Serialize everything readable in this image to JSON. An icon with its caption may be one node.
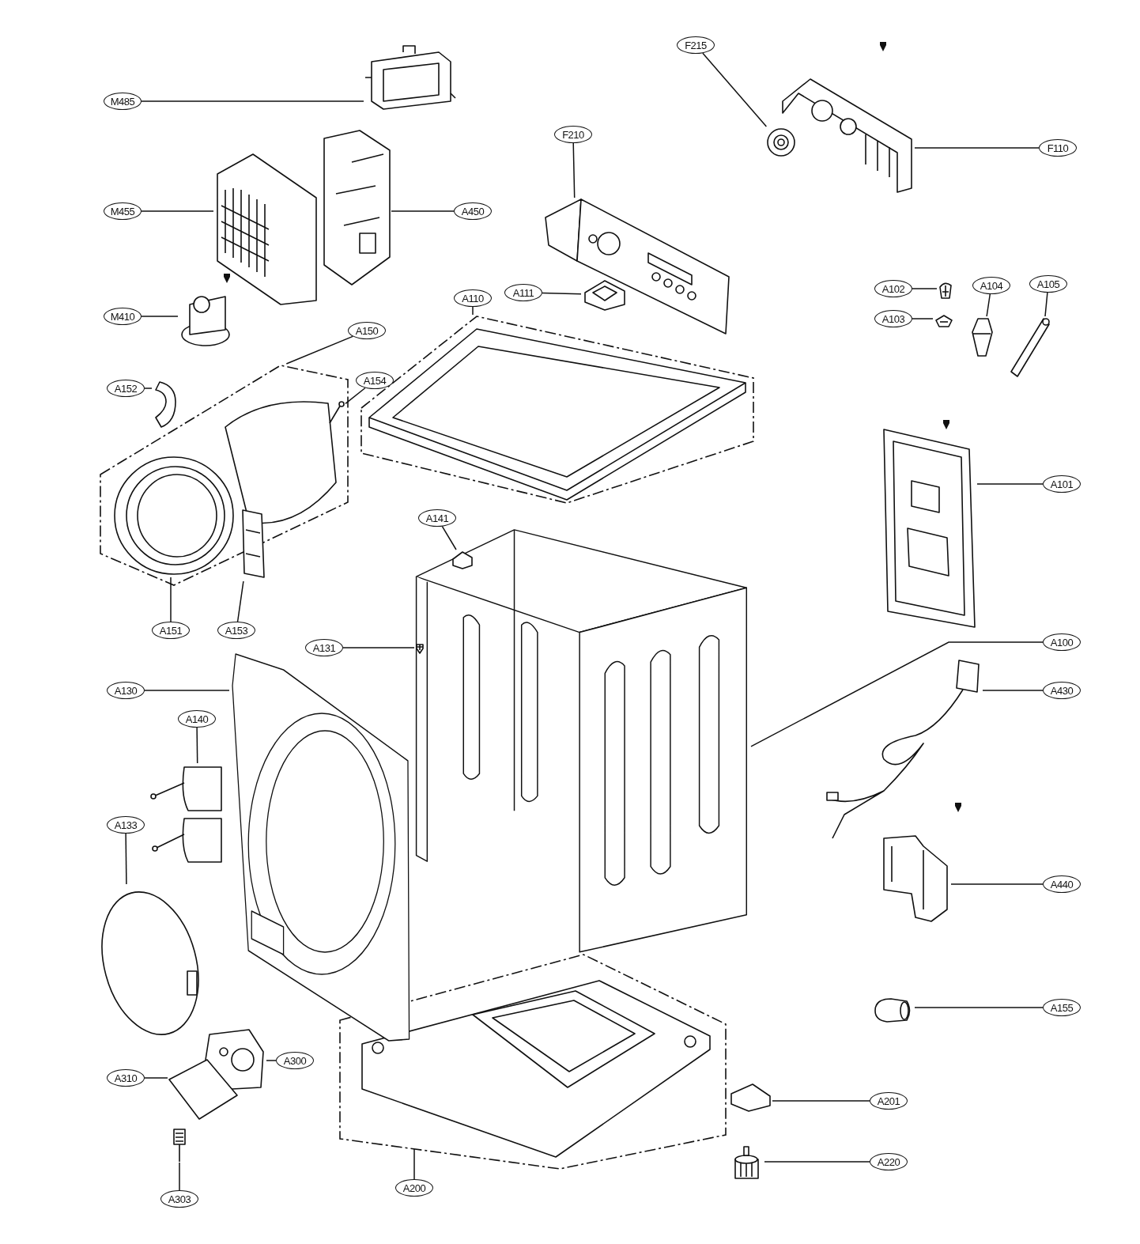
{
  "diagram": {
    "nodes": [
      {
        "text": [
          "F215"
        ]
      },
      {
        "text": [
          "M485"
        ]
      },
      {
        "text": [
          "F210"
        ]
      },
      {
        "text": [
          "F110"
        ]
      },
      {
        "text": [
          "M455"
        ]
      },
      {
        "text": [
          "A450"
        ]
      },
      {
        "text": [
          "A102"
        ]
      },
      {
        "text": [
          "A104"
        ]
      },
      {
        "text": [
          "A105"
        ]
      },
      {
        "text": [
          "A111"
        ]
      },
      {
        "text": [
          "A110"
        ]
      },
      {
        "text": [
          "M410"
        ]
      },
      {
        "text": [
          "A103"
        ]
      },
      {
        "text": [
          "A150"
        ]
      },
      {
        "text": [
          "A154"
        ]
      },
      {
        "text": [
          "A152"
        ]
      },
      {
        "text": [
          "A101"
        ]
      },
      {
        "text": [
          "A141"
        ]
      },
      {
        "text": [
          "A100"
        ]
      },
      {
        "text": [
          "A131"
        ]
      },
      {
        "text": [
          "A151"
        ]
      },
      {
        "text": [
          "A153"
        ]
      },
      {
        "text": [
          "A430"
        ]
      },
      {
        "text": [
          "A130"
        ]
      },
      {
        "text": [
          "A140"
        ]
      },
      {
        "text": [
          "A133"
        ]
      },
      {
        "text": [
          "A440"
        ]
      },
      {
        "text": [
          "A155"
        ]
      },
      {
        "text": [
          "A300"
        ]
      },
      {
        "text": [
          "A310"
        ]
      },
      {
        "text": [
          "A201"
        ]
      },
      {
        "text": [
          "A220"
        ]
      },
      {
        "text": [
          "A200"
        ]
      },
      {
        "text": [
          "A303"
        ]
      },
      {
        "text": [],
        "shape": "picture"
      },
      {
        "text": [],
        "shape": "picture"
      },
      {
        "text": [],
        "shape": "picture"
      },
      {
        "text": [],
        "shape": "picture"
      },
      {
        "text": [],
        "shape": "picture"
      },
      {
        "text": [],
        "shape": "picture"
      },
      {
        "text": [],
        "shape": "picture"
      },
      {
        "text": [],
        "shape": "picture"
      },
      {
        "text": [],
        "shape": "picture"
      },
      {
        "text": [],
        "shape": "picture"
      },
      {
        "text": [],
        "shape": "picture"
      },
      {
        "text": [],
        "shape": "picture"
      },
      {
        "text": [],
        "shape": "picture"
      },
      {
        "text": [],
        "shape": "picture"
      },
      {
        "text": [],
        "shape": "picture",
        "in": 47
      },
      {
        "text": [],
        "shape": "picture"
      },
      {
        "text": [],
        "shape": "picture"
      },
      {
        "text": [],
        "shape": "picture"
      },
      {
        "text": [],
        "shape": "picture",
        "in": 51
      },
      {
        "text": [],
        "shape": "picture",
        "in": 51
      },
      {
        "text": [],
        "shape": "picture",
        "in": 47
      },
      {
        "text": [],
        "shape": "picture",
        "in": 47
      },
      {
        "text": [],
        "shape": "picture"
      },
      {
        "text": [],
        "shape": "picture"
      },
      {
        "text": [],
        "shape": "picture"
      },
      {
        "text": [],
        "shape": "picture"
      },
      {
        "text": [],
        "shape": "picture"
      },
      {
        "text": [],
        "shape": "picture"
      },
      {
        "text": [],
        "shape": "picture"
      },
      {
        "text": [],
        "shape": "picture"
      },
      {
        "text": [],
        "shape": "picture"
      },
      {
        "text": [],
        "shape": "picture"
      },
      {
        "text": [],
        "shape": "picture"
      },
      {
        "text": [],
        "shape": "picture"
      }
    ],
    "edges": [
      {
        "from": 0,
        "to": 34,
        "arrow": "none"
      },
      {
        "from": 1,
        "to": 35,
        "arrow": "none"
      },
      {
        "from": 2,
        "to": 36,
        "arrow": "none"
      },
      {
        "from": 3,
        "to": 37,
        "arrow": "none"
      },
      {
        "from": 4,
        "to": 38,
        "arrow": "none"
      },
      {
        "from": 5,
        "to": 39,
        "arrow": "none"
      },
      {
        "from": 6,
        "to": 40,
        "arrow": "none"
      },
      {
        "from": 7,
        "to": 41,
        "arrow": "none"
      },
      {
        "from": 8,
        "to": 42,
        "arrow": "none"
      },
      {
        "from": 9,
        "to": 43,
        "arrow": "none"
      },
      {
        "from": 10,
        "to": 44,
        "arrow": "none"
      },
      {
        "from": 11,
        "to": 45,
        "arrow": "none"
      },
      {
        "from": 12,
        "to": 46,
        "arrow": "none"
      },
      {
        "from": 13,
        "to": 47,
        "arrow": "none"
      },
      {
        "from": 14,
        "to": 48,
        "arrow": "none"
      },
      {
        "from": 15,
        "to": 49,
        "arrow": "none"
      },
      {
        "from": 16,
        "to": 50,
        "arrow": "none"
      },
      {
        "from": 17,
        "to": 52,
        "arrow": "none"
      },
      {
        "from": 18,
        "to": 51,
        "arrow": "none"
      },
      {
        "from": 19,
        "to": 53,
        "arrow": "none"
      },
      {
        "from": 20,
        "to": 54,
        "arrow": "none"
      },
      {
        "from": 21,
        "to": 55,
        "arrow": "none"
      },
      {
        "from": 22,
        "to": 56,
        "arrow": "none"
      },
      {
        "from": 23,
        "to": 57,
        "arrow": "none"
      },
      {
        "from": 24,
        "to": 58,
        "arrow": "none"
      },
      {
        "from": 25,
        "to": 59,
        "arrow": "none"
      },
      {
        "from": 26,
        "to": 60,
        "arrow": "none"
      },
      {
        "from": 27,
        "to": 61,
        "arrow": "none"
      },
      {
        "from": 28,
        "to": 62,
        "arrow": "none"
      },
      {
        "from": 29,
        "to": 63,
        "arrow": "none"
      },
      {
        "from": 30,
        "to": 64,
        "arrow": "none"
      },
      {
        "from": 31,
        "to": 65,
        "arrow": "none"
      },
      {
        "from": 32,
        "to": 66,
        "arrow": "none"
      },
      {
        "from": 33,
        "to": 67,
        "arrow": "none"
      }
    ]
  }
}
